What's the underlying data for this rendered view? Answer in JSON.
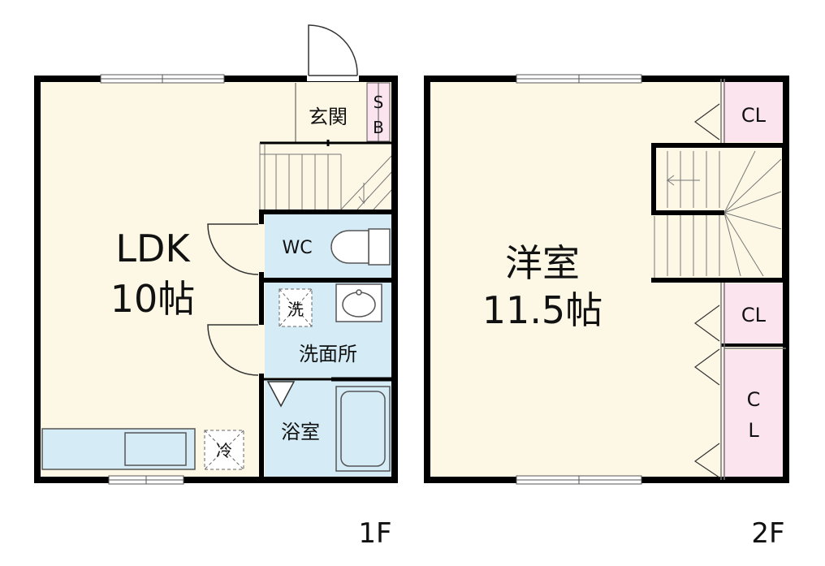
{
  "floors": {
    "first": {
      "floor_label": "1F",
      "rooms": {
        "ldk_name": "LDK",
        "ldk_size": "10帖",
        "entrance": "玄関",
        "shoe_box_top": "S",
        "shoe_box_bottom": "B",
        "wc": "WC",
        "washer_mark": "洗",
        "washroom": "洗面所",
        "bathroom": "浴室",
        "fridge_mark": "冷"
      }
    },
    "second": {
      "floor_label": "2F",
      "rooms": {
        "western_name": "洋室",
        "western_size": "11.5帖",
        "closet_top": "CL",
        "closet_middle": "CL",
        "closet_bottom_1": "C",
        "closet_bottom_2": "L"
      }
    }
  },
  "colors": {
    "room_fill": "#fdf8e5",
    "wet_area_fill": "#d5ecf6",
    "closet_fill": "#fbe4ee",
    "wall": "#000000",
    "fixture_stroke": "#555555"
  }
}
